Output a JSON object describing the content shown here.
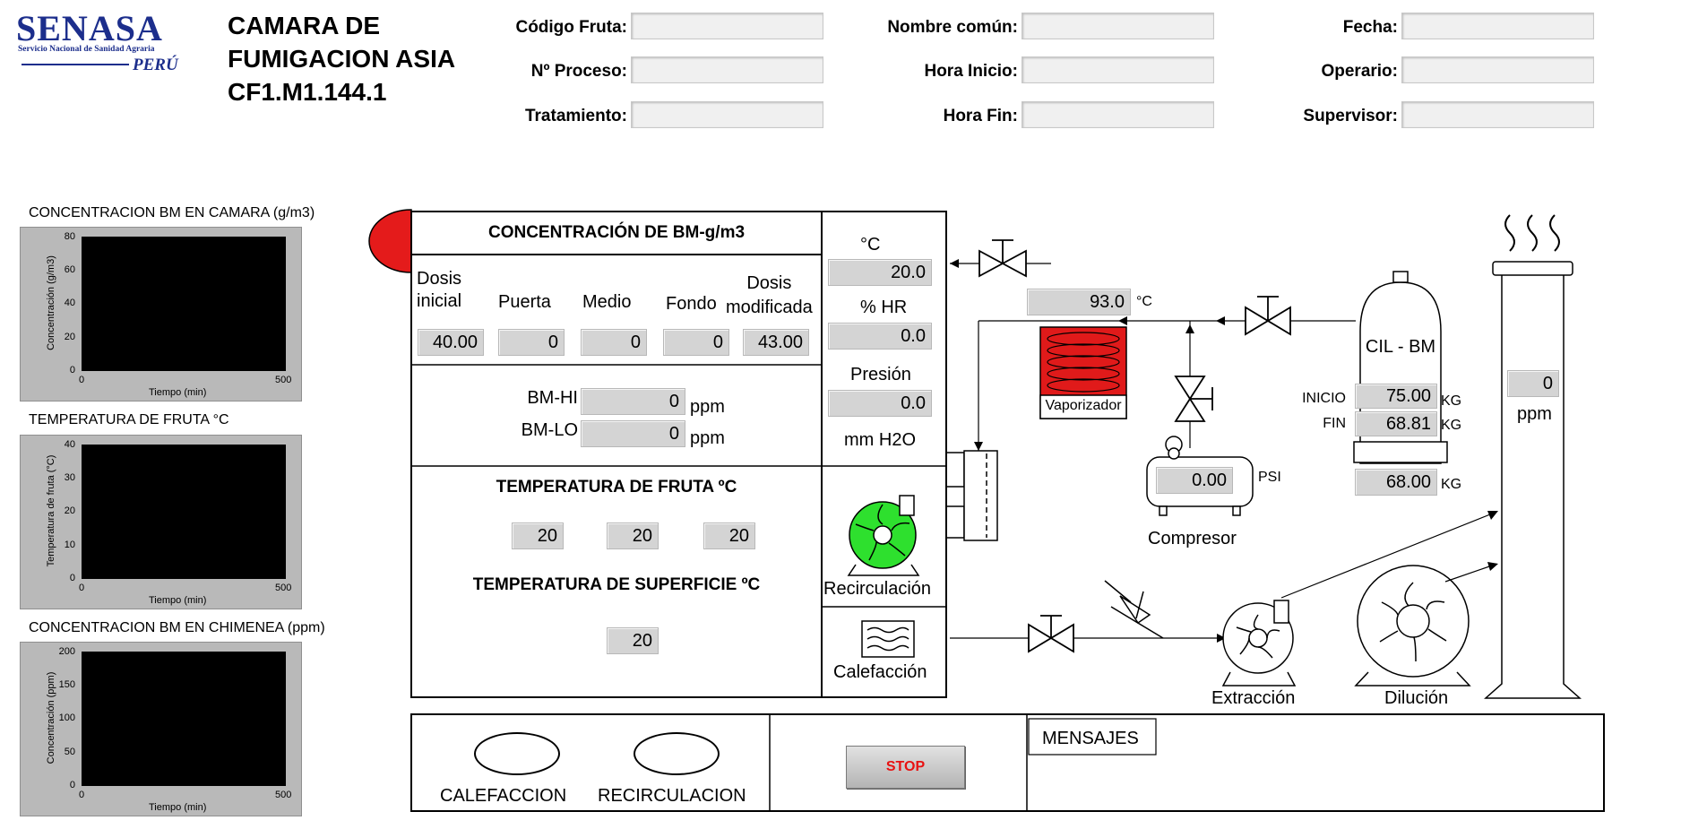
{
  "logo": {
    "name": "SENASA",
    "subtitle": "Servicio Nacional de Sanidad Agraria",
    "country": "PERÚ"
  },
  "title": {
    "line1": "CAMARA DE",
    "line2": "FUMIGACION ASIA",
    "line3": "CF1.M1.144.1"
  },
  "header_fields": {
    "codigo_fruta": {
      "label": "Código Fruta:",
      "value": ""
    },
    "n_proceso": {
      "label": "Nº Proceso:",
      "value": ""
    },
    "tratamiento": {
      "label": "Tratamiento:",
      "value": ""
    },
    "nombre_comun": {
      "label": "Nombre común:",
      "value": ""
    },
    "hora_inicio": {
      "label": "Hora Inicio:",
      "value": ""
    },
    "hora_fin": {
      "label": "Hora Fin:",
      "value": ""
    },
    "fecha": {
      "label": "Fecha:",
      "value": ""
    },
    "operario": {
      "label": "Operario:",
      "value": ""
    },
    "supervisor": {
      "label": "Supervisor:",
      "value": ""
    }
  },
  "charts": [
    {
      "title": "CONCENTRACION BM EN CAMARA (g/m3)",
      "ylabel": "Concentración (g/m3)",
      "xlabel": "Tiempo (min)",
      "yticks": [
        "80",
        "60",
        "40",
        "20",
        "0"
      ],
      "xticks": [
        "0",
        "500"
      ]
    },
    {
      "title": "TEMPERATURA DE FRUTA °C",
      "ylabel": "Temperatura de fruta (°C)",
      "xlabel": "Tiempo (min)",
      "yticks": [
        "40",
        "30",
        "20",
        "10",
        "0"
      ],
      "xticks": [
        "0",
        "500"
      ]
    },
    {
      "title": "CONCENTRACION BM EN CHIMENEA (ppm)",
      "ylabel": "Concentración (ppm)",
      "xlabel": "Tiempo (min)",
      "yticks": [
        "200",
        "150",
        "100",
        "50",
        "0"
      ],
      "xticks": [
        "0",
        "500"
      ]
    }
  ],
  "chart_data": [
    {
      "type": "line",
      "title": "CONCENTRACION BM EN CAMARA (g/m3)",
      "xlabel": "Tiempo (min)",
      "ylabel": "Concentración (g/m3)",
      "xlim": [
        0,
        500
      ],
      "ylim": [
        0,
        80
      ],
      "series": []
    },
    {
      "type": "line",
      "title": "TEMPERATURA DE FRUTA °C",
      "xlabel": "Tiempo (min)",
      "ylabel": "Temperatura de fruta (°C)",
      "xlim": [
        0,
        500
      ],
      "ylim": [
        0,
        40
      ],
      "series": []
    },
    {
      "type": "line",
      "title": "CONCENTRACION BM EN CHIMENEA (ppm)",
      "xlabel": "Tiempo (min)",
      "ylabel": "Concentración (ppm)",
      "xlim": [
        0,
        500
      ],
      "ylim": [
        0,
        200
      ],
      "series": []
    }
  ],
  "concentration": {
    "title": "CONCENTRACIÓN DE BM-g/m3",
    "dosis_inicial_label_1": "Dosis",
    "dosis_inicial_label_2": "inicial",
    "puerta_label": "Puerta",
    "medio_label": "Medio",
    "fondo_label": "Fondo",
    "dosis_mod_label_1": "Dosis",
    "dosis_mod_label_2": "modificada",
    "dosis_inicial": "40.00",
    "puerta": "0",
    "medio": "0",
    "fondo": "0",
    "dosis_modificada": "43.00",
    "bm_hi_label": "BM-HI",
    "bm_hi": "0",
    "bm_lo_label": "BM-LO",
    "bm_lo": "0",
    "ppm": "ppm"
  },
  "fruit_temp": {
    "title": "TEMPERATURA DE FRUTA ºC",
    "t1": "20",
    "t2": "20",
    "t3": "20"
  },
  "surface_temp": {
    "title": "TEMPERATURA DE SUPERFICIE ºC",
    "value": "20"
  },
  "sensors": {
    "temp_unit": "°C",
    "temp": "20.0",
    "hr_label": "% HR",
    "hr": "0.0",
    "pressure_label": "Presión",
    "pressure": "0.0",
    "pressure_unit": "mm H2O"
  },
  "recirculacion_label": "Recirculación",
  "calefaccion_label": "Calefacción",
  "vaporizer": {
    "label": "Vaporizador",
    "temp": "93.0",
    "unit": "°C"
  },
  "compressor": {
    "label": "Compresor",
    "psi": "0.00",
    "unit": "PSI"
  },
  "cylinder": {
    "label": "CIL - BM",
    "inicio_label": "INICIO",
    "inicio": "75.00",
    "fin_label": "FIN",
    "fin": "68.81",
    "total": "68.00",
    "unit": "KG"
  },
  "chimney": {
    "ppm": "0",
    "unit": "ppm"
  },
  "extraccion_label": "Extracción",
  "dilucion_label": "Dilución",
  "bottom": {
    "calefaccion": "CALEFACCION",
    "recirculacion": "RECIRCULACION",
    "stop": "STOP",
    "mensajes": "MENSAJES",
    "messages_text": ""
  },
  "colors": {
    "alarm_red": "#e41b1b",
    "fan_green": "#2ee02e",
    "vaporizer_red": "#e01a1a",
    "stop_text": "#e81212",
    "logo_blue": "#1c2e8c"
  }
}
